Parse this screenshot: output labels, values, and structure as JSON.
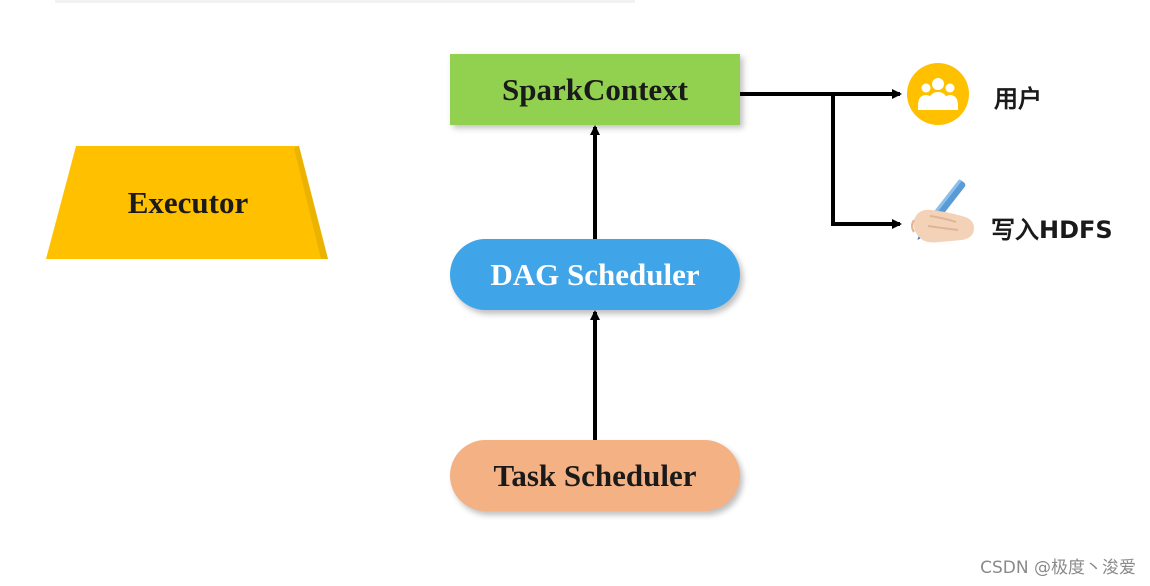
{
  "nodes": {
    "sparkcontext": "SparkContext",
    "dag_scheduler": "DAG Scheduler",
    "task_scheduler": "Task Scheduler",
    "executor": "Executor"
  },
  "outputs": {
    "user": "用户",
    "write_hdfs": "写入HDFS"
  },
  "icons": {
    "user": "users-group-icon",
    "write": "hand-writing-pen-icon"
  },
  "watermark": "CSDN @极度丶浚爱",
  "colors": {
    "sparkcontext": "#92d050",
    "dag_scheduler": "#3fa4e8",
    "task_scheduler": "#f4b183",
    "executor": "#ffc000",
    "user_icon": "#ffc000"
  }
}
